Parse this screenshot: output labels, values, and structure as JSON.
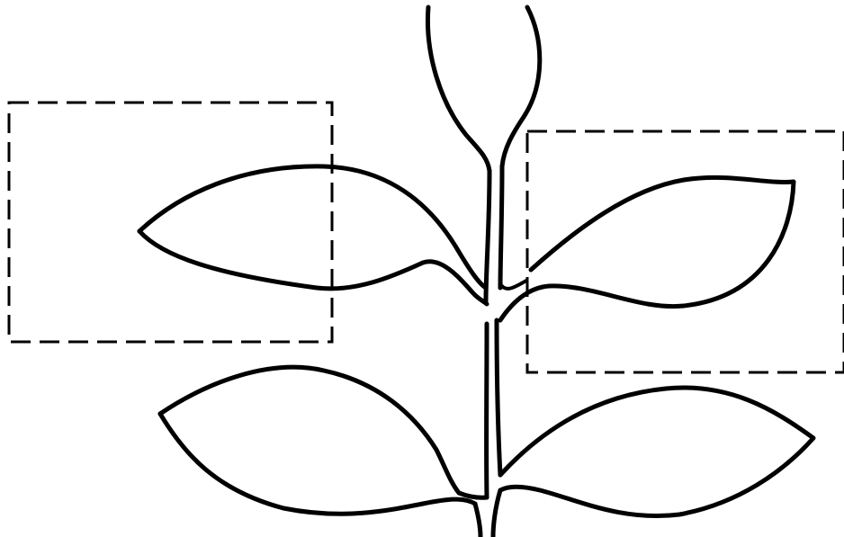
{
  "figure": {
    "subject": "plant-stem-with-leaves",
    "background_color": "#ffffff",
    "line_color": "#000000"
  },
  "leaves": [
    {
      "id": "upper-left-leaf"
    },
    {
      "id": "upper-right-leaf"
    },
    {
      "id": "lower-left-leaf"
    },
    {
      "id": "lower-right-leaf"
    },
    {
      "id": "top-bud"
    }
  ],
  "highlight_boxes": [
    {
      "id": "left-dashed-box"
    },
    {
      "id": "right-dashed-box"
    }
  ]
}
